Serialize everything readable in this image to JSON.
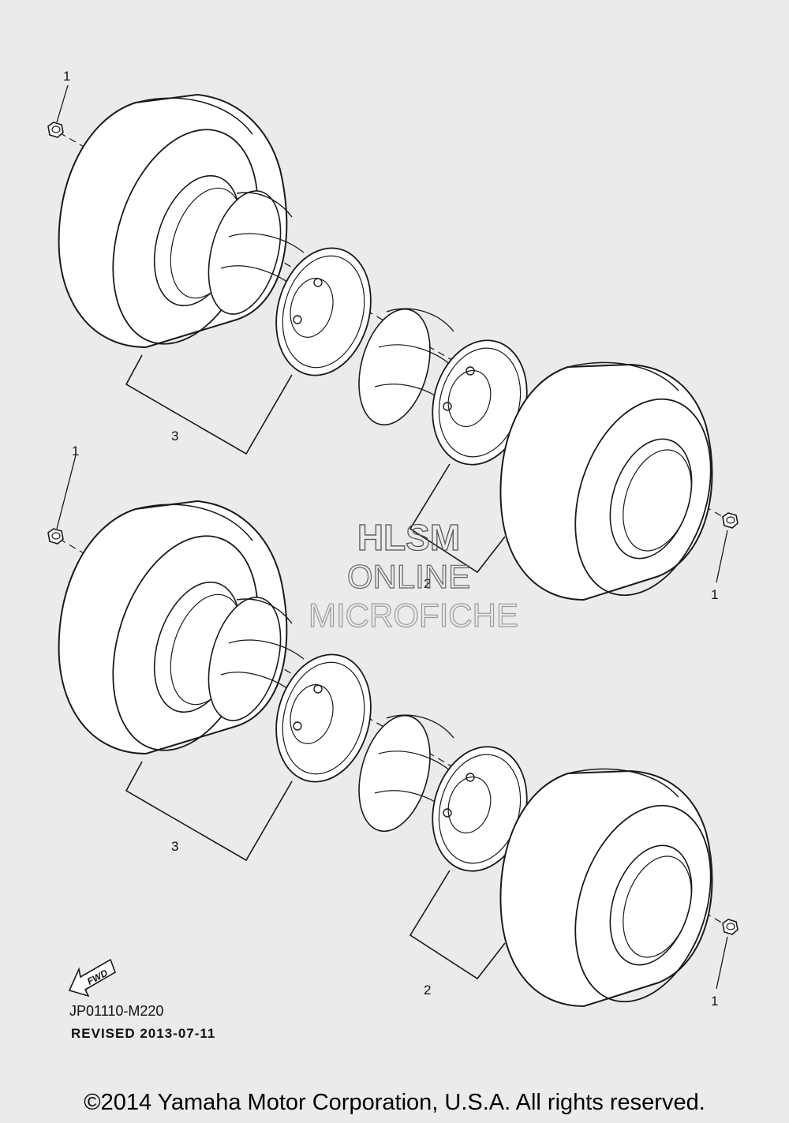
{
  "diagram": {
    "callouts": {
      "top_front": [
        "1",
        "3"
      ],
      "top_rear": [
        "1",
        "2"
      ],
      "bottom_front": [
        "1",
        "3"
      ],
      "bottom_rear": [
        "1",
        "2"
      ]
    },
    "fwd_label": "FWD",
    "part_code": "JP01110-M220",
    "revised": "REVISED 2013-07-11",
    "copyright": "©2014 Yamaha Motor Corporation, U.S.A. All rights reserved."
  },
  "watermark": {
    "line1": "HLSM",
    "line2": "ONLINE",
    "line3": "MICROFICHE"
  },
  "colors": {
    "background": "#ebebeb",
    "line": "#1a1a1a",
    "tire_fill": "#ffffff"
  }
}
